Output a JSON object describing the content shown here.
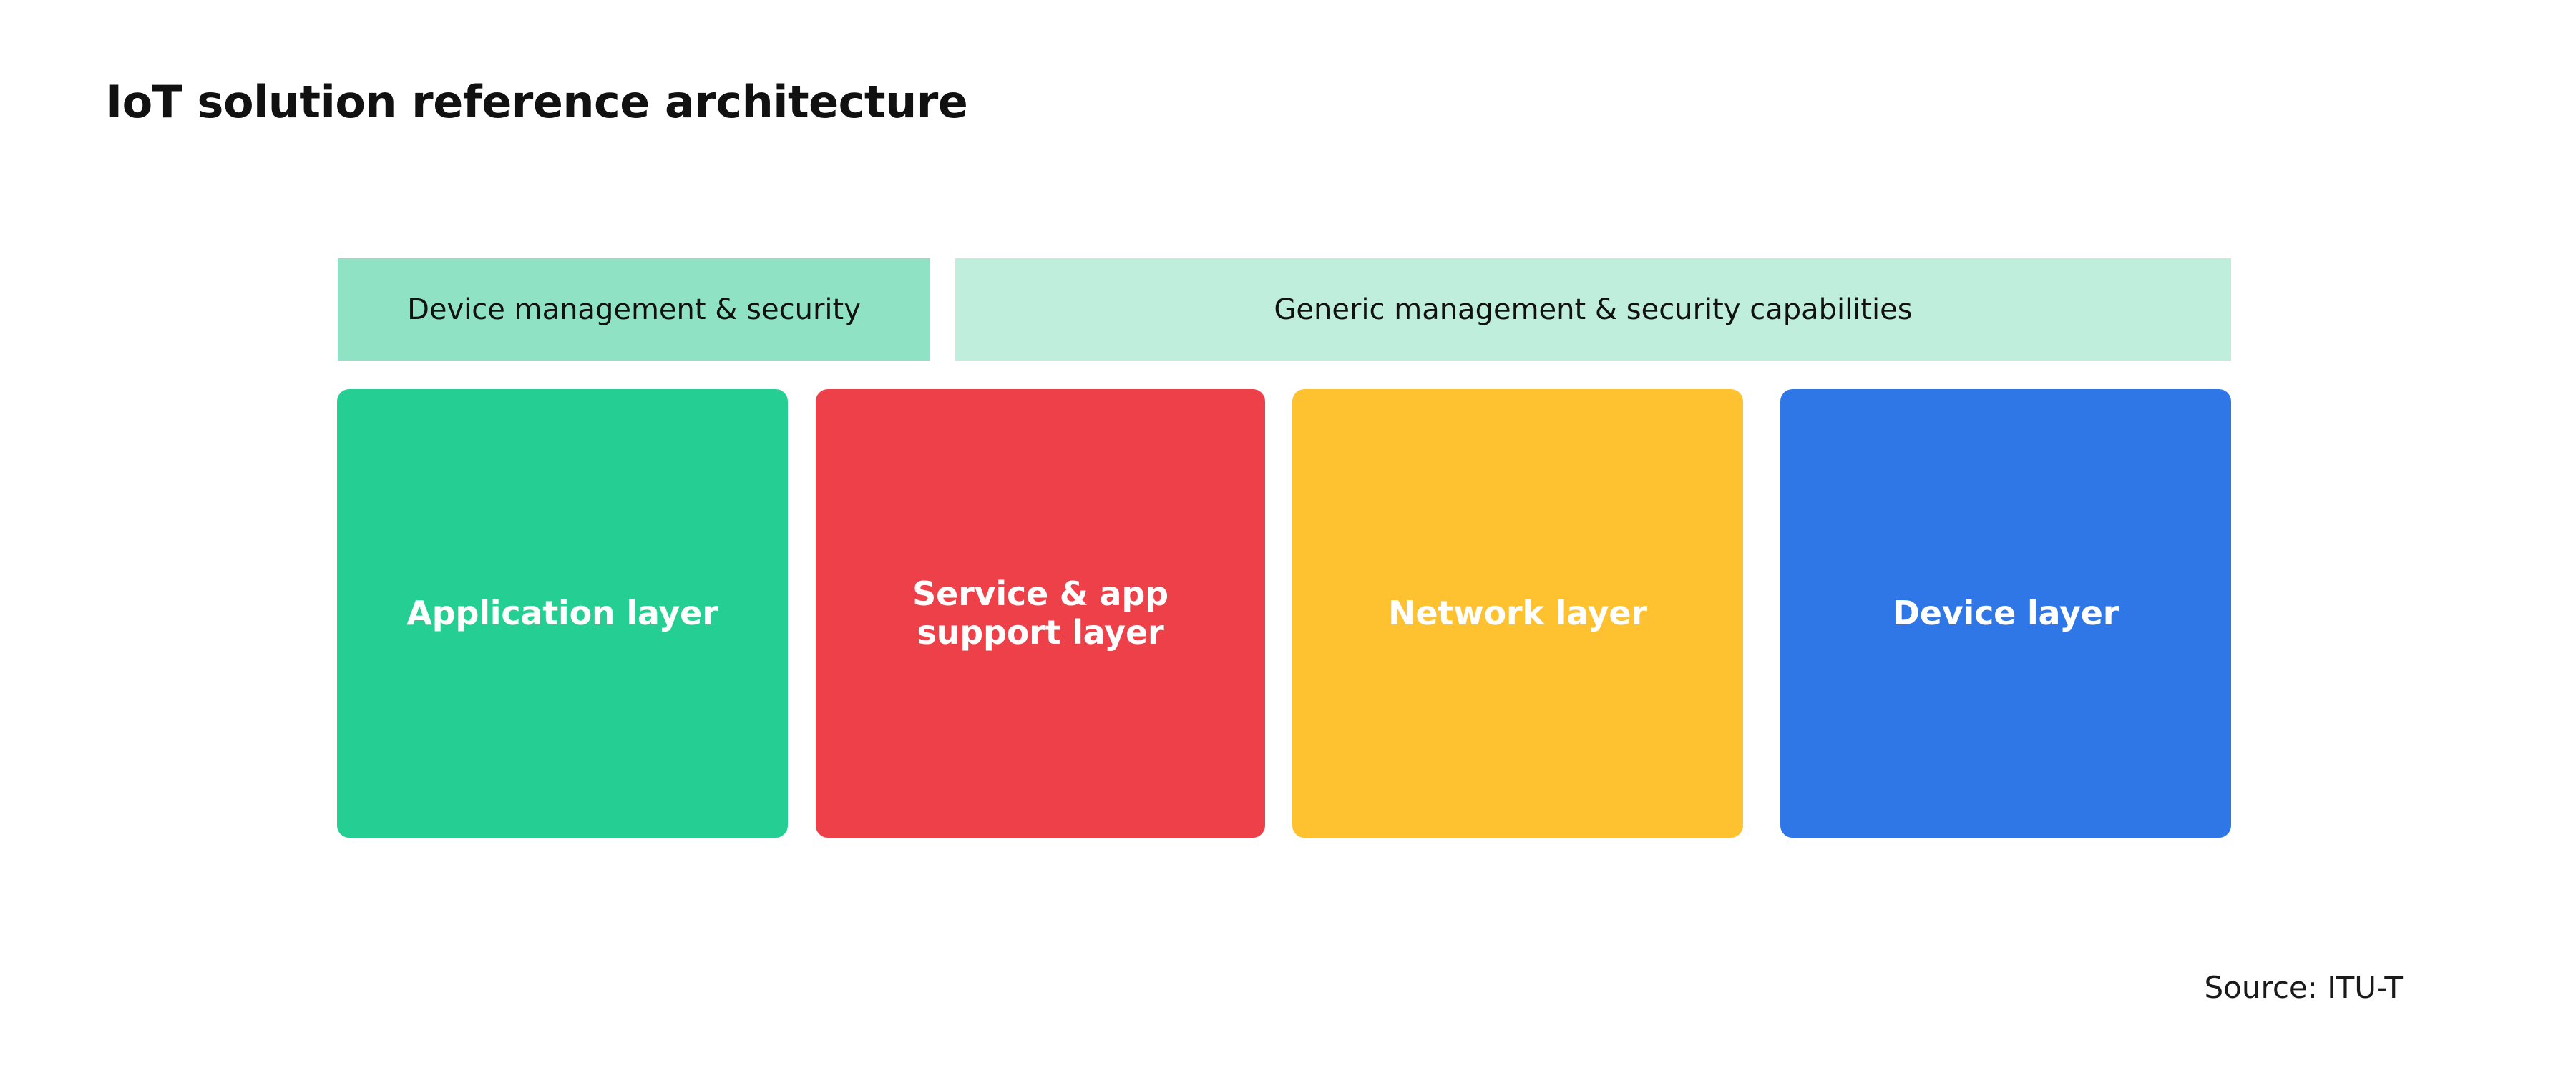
{
  "title": "IoT solution reference architecture",
  "banners": [
    {
      "label": "Device management & security",
      "color": "#8FE3C4"
    },
    {
      "label": "Generic management & security capabilities",
      "color": "#BFEEDC"
    }
  ],
  "layers": [
    {
      "label": "Application layer",
      "color": "#25CE92"
    },
    {
      "label": "Service & app\nsupport layer",
      "line1": "Service & app",
      "line2": "support layer",
      "color": "#EE4049"
    },
    {
      "label": "Network layer",
      "color": "#FEC130"
    },
    {
      "label": "Device layer",
      "color": "#2F77E6"
    }
  ],
  "source": "Source: ITU-T"
}
